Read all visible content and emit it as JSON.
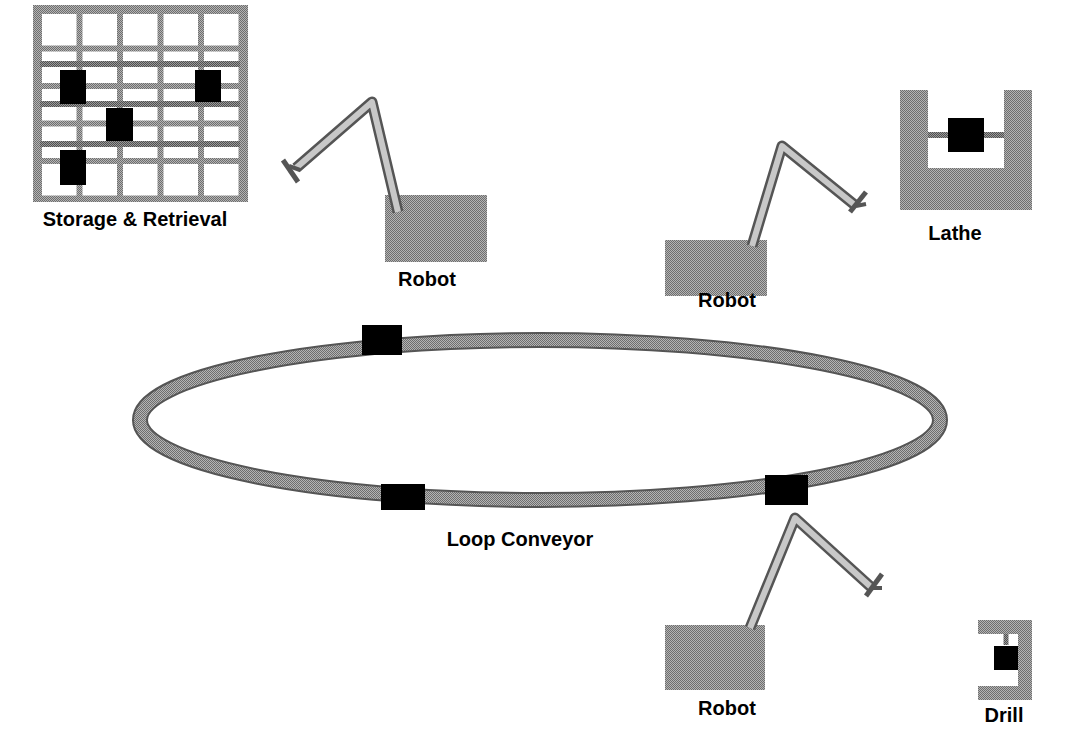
{
  "diagram": {
    "labels": [
      "Storage & Retrieval",
      "Robot",
      "Robot",
      "Lathe",
      "Loop Conveyor",
      "Robot",
      "Drill"
    ]
  }
}
